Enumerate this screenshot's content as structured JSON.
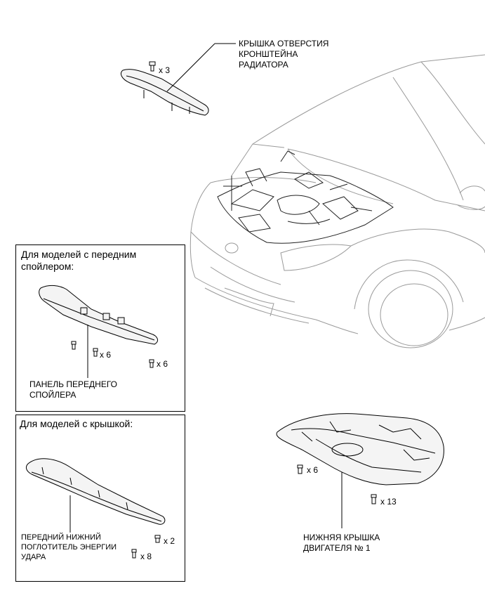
{
  "parts": {
    "radiator_cover": {
      "label_lines": [
        "КРЫШКА ОТВЕРСТИЯ",
        "КРОНШТЕЙНА",
        "РАДИАТОРА"
      ],
      "qty": "x 3"
    },
    "front_spoiler_panel": {
      "label_lines": [
        "ПАНЕЛЬ ПЕРЕДНЕГО",
        "СПОЙЛЕРА"
      ],
      "qty_a": "x 6",
      "qty_b": "x 6"
    },
    "energy_absorber": {
      "label_lines": [
        "ПЕРЕДНИЙ НИЖНИЙ",
        "ПОГЛОТИТЕЛЬ ЭНЕРГИИ",
        "УДАРА"
      ],
      "qty_a": "x 2",
      "qty_b": "x 8"
    },
    "engine_under_cover": {
      "label_lines": [
        "НИЖНЯЯ КРЫШКА",
        "ДВИГАТЕЛЯ № 1"
      ],
      "qty_a": "x 6",
      "qty_b": "x 13"
    }
  },
  "boxes": {
    "spoiler_models": {
      "heading_lines": [
        "Для моделей с передним",
        "спойлером:"
      ]
    },
    "cover_models": {
      "heading": "Для моделей с крышкой:"
    }
  }
}
